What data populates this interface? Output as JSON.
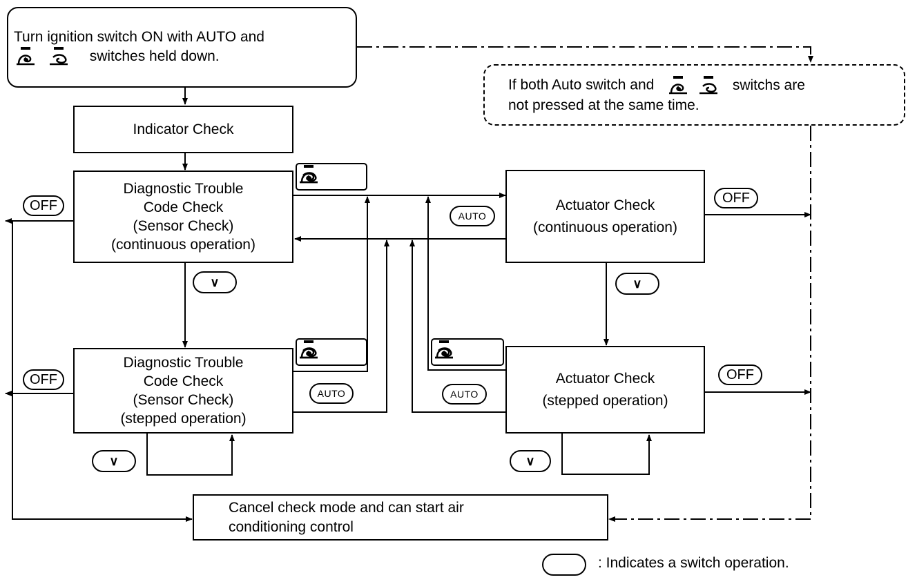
{
  "boxes": {
    "start": {
      "line1": "Turn ignition switch ON with AUTO and",
      "line2": "switches held down."
    },
    "not_pressed": {
      "line1_a": "If both Auto switch and",
      "line1_b": "switchs are",
      "line2": "not pressed at the same time."
    },
    "indicator": "Indicator Check",
    "dtc_continuous": [
      "Diagnostic Trouble",
      "Code Check",
      "(Sensor Check)",
      "(continuous operation)"
    ],
    "dtc_stepped": [
      "Diagnostic Trouble",
      "Code Check",
      "(Sensor Check)",
      "(stepped operation)"
    ],
    "actuator_continuous": [
      "Actuator Check",
      "(continuous operation)"
    ],
    "actuator_stepped": [
      "Actuator Check",
      "(stepped operation)"
    ],
    "cancel": [
      "Cancel check mode and can start air",
      "conditioning control"
    ]
  },
  "switches": {
    "off": "OFF",
    "auto": "AUTO",
    "down": "∨"
  },
  "icons": [
    "fan-up-icon",
    "fan-down-icon",
    "down-arrow-switch-icon"
  ],
  "legend": {
    "text": ": Indicates a switch operation."
  }
}
